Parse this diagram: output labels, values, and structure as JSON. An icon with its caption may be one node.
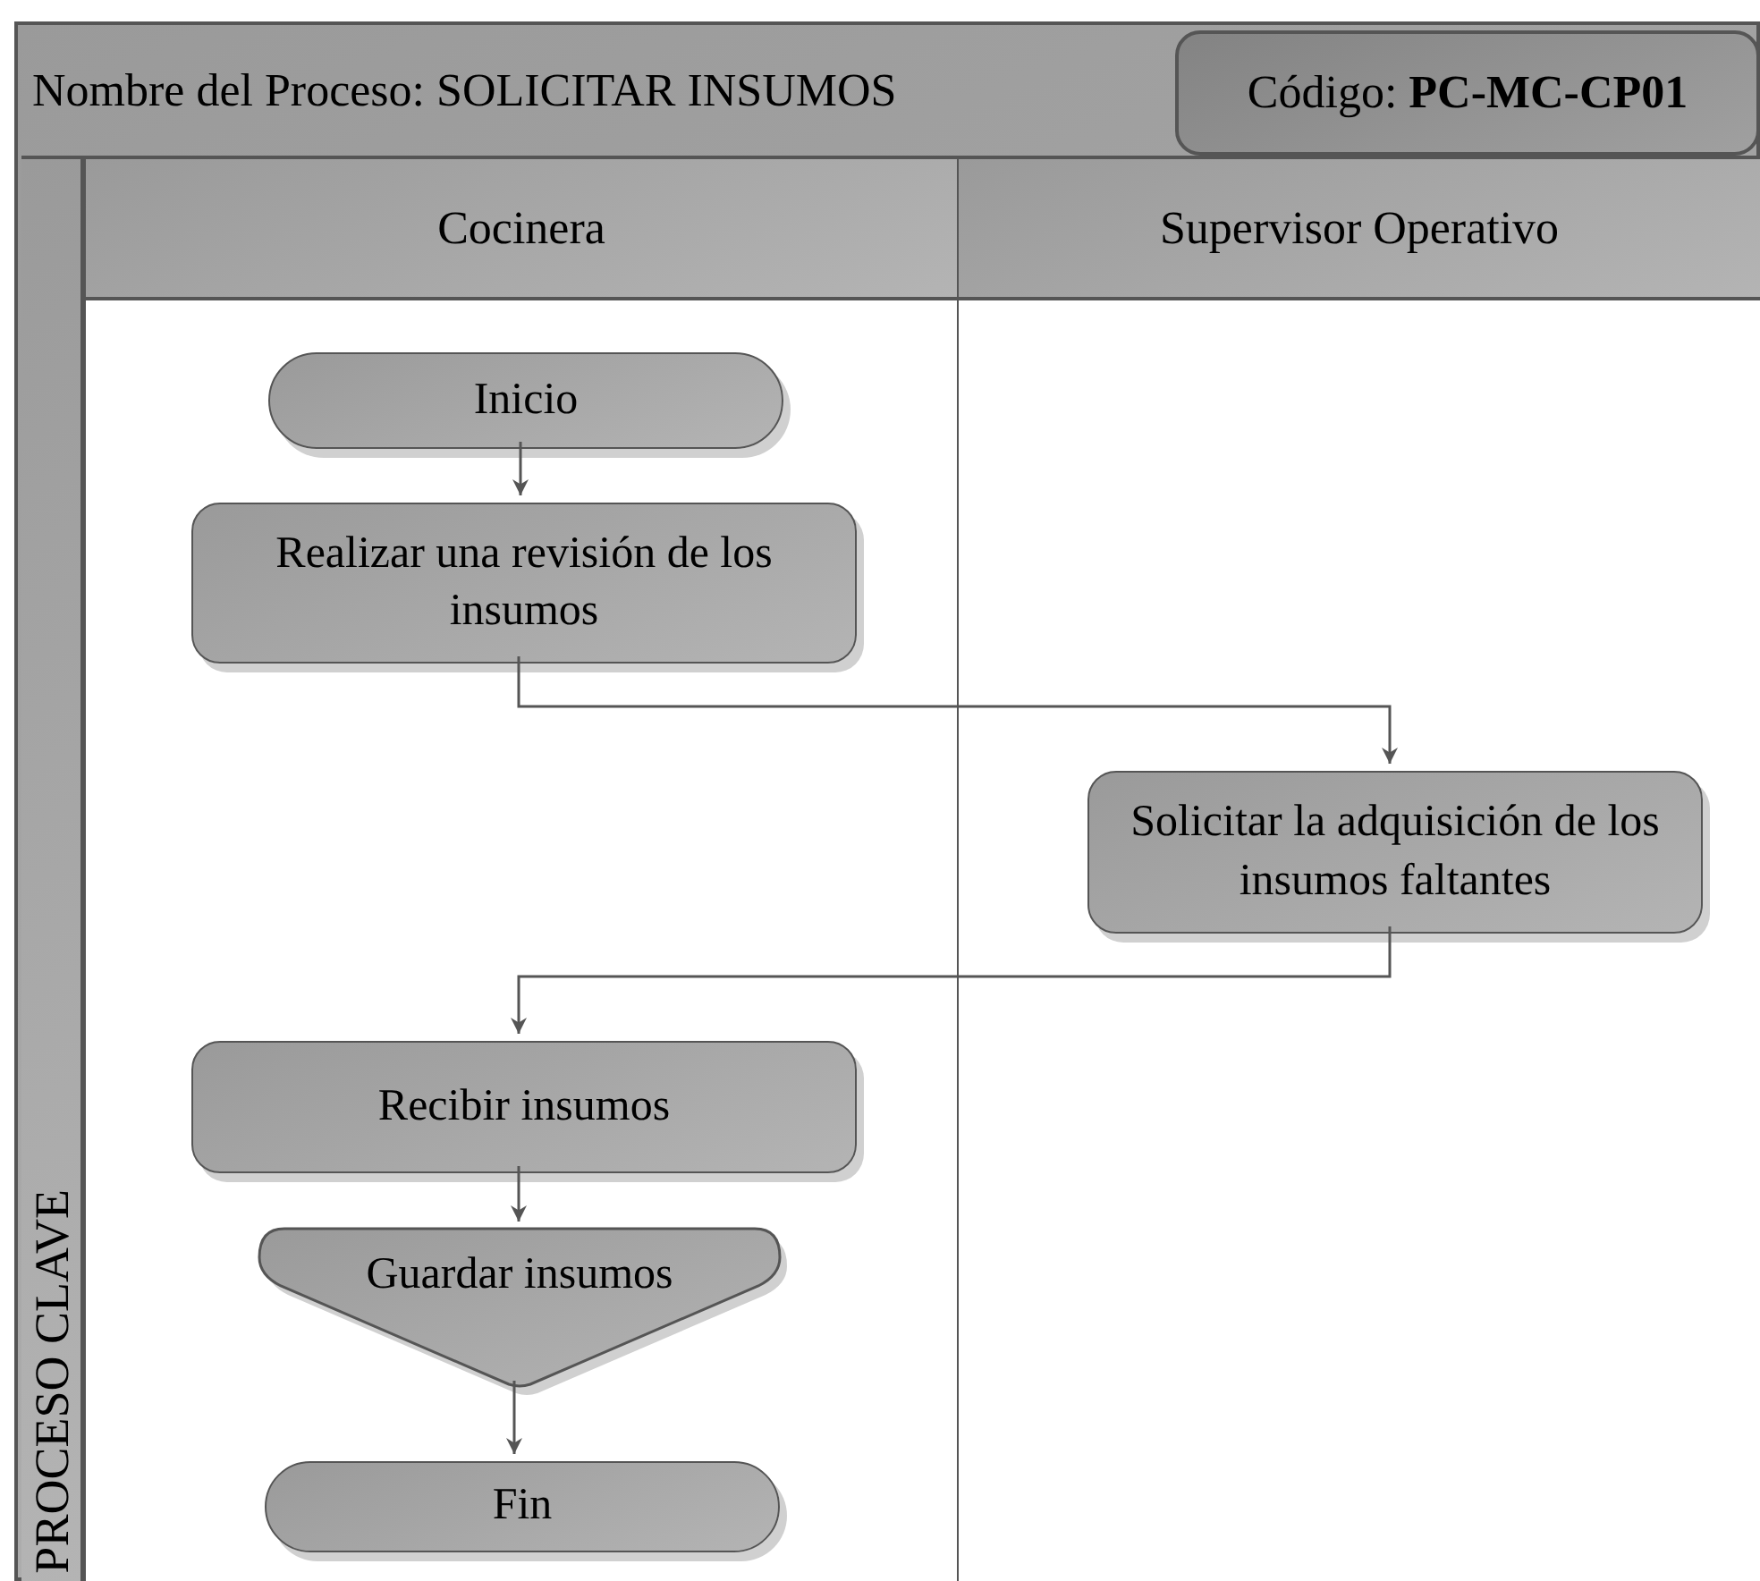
{
  "diagram": {
    "nodes": [
      {
        "text": [
          "Nombre del Proceso: SOLICITAR INSUMOS"
        ]
      },
      {
        "text": [
          "Código: **PC-MC-CP01**"
        ],
        "in": 0
      },
      {
        "text": [
          "PROCESO CLAVE"
        ],
        "in": 0
      },
      {
        "text": [
          "Cocinera"
        ],
        "in": 2
      },
      {
        "text": [
          "Supervisor Operativo"
        ],
        "in": 2
      },
      {
        "text": [
          "Inicio"
        ],
        "in": 3
      },
      {
        "text": [
          "Realizar una revisión de los insumos"
        ],
        "in": 3
      },
      {
        "text": [
          "Solicitar la adquisición de los insumos faltantes"
        ],
        "in": 4
      },
      {
        "text": [
          "Recibir insumos"
        ],
        "in": 3
      },
      {
        "text": [
          "Guardar insumos"
        ],
        "in": 3
      },
      {
        "text": [
          "Fin"
        ],
        "in": 3
      }
    ],
    "edges": [
      {
        "from": 5,
        "to": 6,
        "arrow": "to"
      },
      {
        "from": 6,
        "to": 7,
        "arrow": "to"
      },
      {
        "from": 7,
        "to": 8,
        "arrow": "to"
      },
      {
        "from": 8,
        "to": 9,
        "arrow": "to"
      },
      {
        "from": 9,
        "to": 10,
        "arrow": "to"
      }
    ]
  }
}
